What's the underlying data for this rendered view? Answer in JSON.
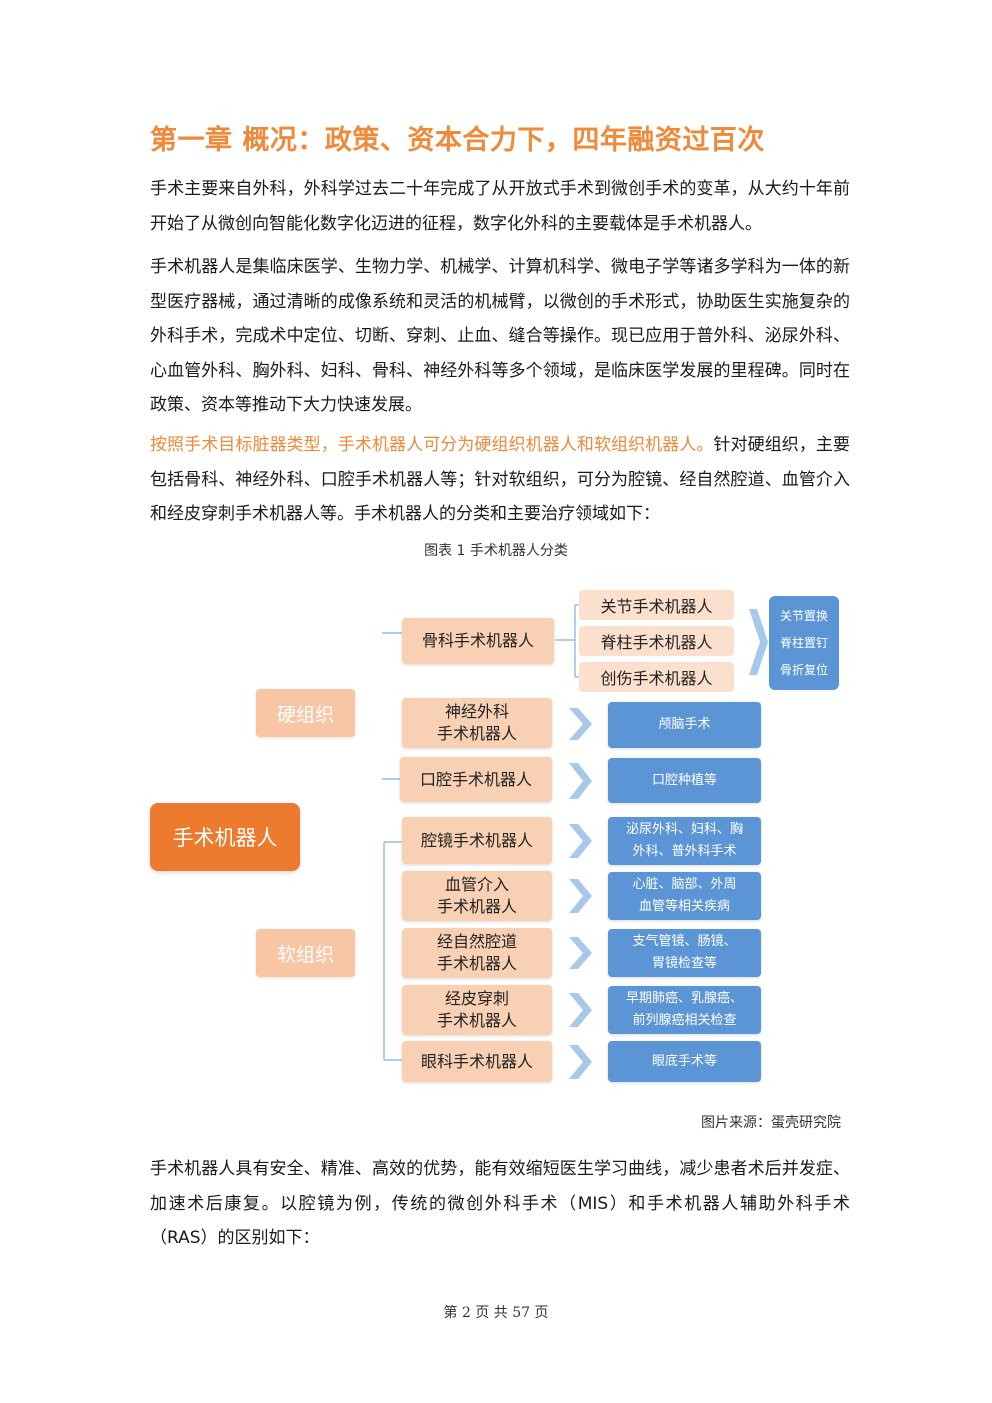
{
  "chapter_title": "第一章 概况：政策、资本合力下，四年融资过百次",
  "paragraphs": [
    "手术主要来自外科，外科学过去二十年完成了从开放式手术到微创手术的变革，从大约十年前开始了从微创向智能化数字化迈进的征程，数字化外科的主要载体是手术机器人。",
    "手术机器人是集临床医学、生物力学、机械学、计算机科学、微电子学等诸多学科为一体的新型医疗器械，通过清晰的成像系统和灵活的机械臂，以微创的手术形式，协助医生实施复杂的外科手术，完成术中定位、切断、穿刺、止血、缝合等操作。现已应用于普外科、泌尿外科、心血管外科、胸外科、妇科、骨科、神经外科等多个领域，是临床医学发展的里程碑。同时在政策、资本等推动下大力快速发展。"
  ],
  "para3": {
    "highlight": "按照手术目标脏器类型，手术机器人可分为硬组织机器人和软组织机器人。",
    "rest": "针对硬组织，主要包括骨科、神经外科、口腔手术机器人等；针对软组织，可分为腔镜、经自然腔道、血管介入和经皮穿刺手术机器人等。手术机器人的分类和主要治疗领域如下："
  },
  "figure_caption": "图表 1 手术机器人分类",
  "diagram": {
    "root": "手术机器人",
    "groups": [
      "硬组织",
      "软组织"
    ],
    "categories": [
      "骨科手术机器人",
      "神经外科\n手术机器人",
      "口腔手术机器人",
      "腔镜手术机器人",
      "血管介入\n手术机器人",
      "经自然腔道\n手术机器人",
      "经皮穿刺\n手术机器人",
      "眼科手术机器人"
    ],
    "ortho_subtypes": [
      "关节手术机器人",
      "脊柱手术机器人",
      "创伤手术机器人"
    ],
    "ortho_fields": "关节置换\n脊柱置钉\n骨折复位",
    "fields": [
      "颅脑手术",
      "口腔种植等",
      "泌尿外科、妇科、胸\n外科、普外科手术",
      "心脏、脑部、外周\n血管等相关疾病",
      "支气管镜、肠镜、\n胃镜检查等",
      "早期肺癌、乳腺癌、\n前列腺癌相关检查",
      "眼底手术等"
    ],
    "colors": {
      "root": "#ec7b2e",
      "group": "#f8c6a4",
      "category": "#f8d0b4",
      "field": "#5b95d5",
      "arrow": "#a8c8ea",
      "line": "#7fb0dd"
    }
  },
  "figure_source": "图片来源：蛋壳研究院",
  "para4": "手术机器人具有安全、精准、高效的优势，能有效缩短医生学习曲线，减少患者术后并发症、加速术后康复。以腔镜为例，传统的微创外科手术（MIS）和手术机器人辅助外科手术（RAS）的区别如下：",
  "footer": "第 2 页 共 57 页"
}
